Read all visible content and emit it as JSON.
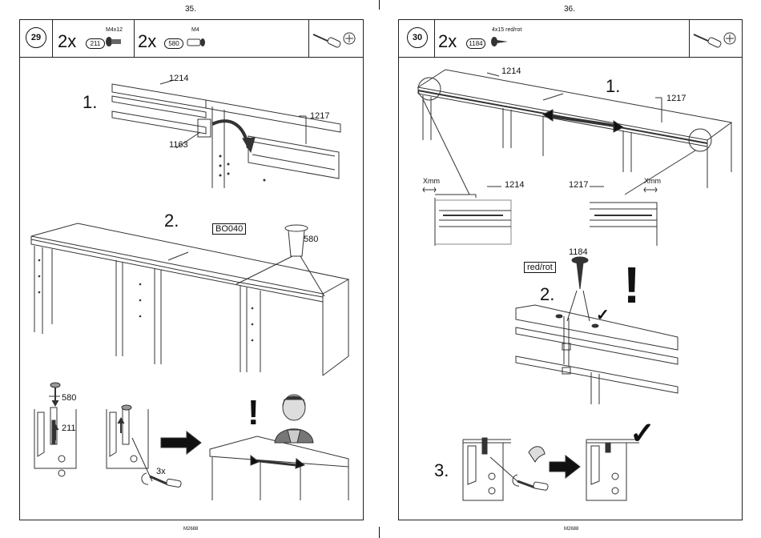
{
  "left_page": {
    "page_number": "35.",
    "footer_code": "M2688",
    "step_number": "29",
    "parts": [
      {
        "qty": "2x",
        "part": "211",
        "spec": "M4x12"
      },
      {
        "qty": "2x",
        "part": "580",
        "spec": "M4"
      }
    ],
    "tools": [
      "screwdriver-icon",
      "phillips-bit-icon"
    ],
    "sub1": {
      "num": "1.",
      "label_1214": "1214",
      "label_1217": "1217",
      "label_1163": "1163"
    },
    "sub2": {
      "num": "2.",
      "box_label": "BO040",
      "part_label": "580"
    },
    "sub3": {
      "label_580": "580",
      "label_211": "211",
      "count": "3x",
      "attention": "!"
    }
  },
  "right_page": {
    "page_number": "36.",
    "footer_code": "M2688",
    "step_number": "30",
    "parts": [
      {
        "qty": "2x",
        "part": "1184",
        "spec": "4x15 red/rot"
      }
    ],
    "tools": [
      "screwdriver-icon",
      "phillips-bit-icon"
    ],
    "sub1": {
      "num": "1.",
      "label_1214_top": "1214",
      "label_1217_top": "1217",
      "xmm_left": "Xmm",
      "xmm_right": "Xmm",
      "label_1214_detail": "1214",
      "label_1217_detail": "1217"
    },
    "sub2": {
      "num": "2.",
      "part_label": "1184",
      "box_label": "red/rot",
      "attention": "!",
      "check": "✓"
    },
    "sub3": {
      "num": "3.",
      "check": "✓"
    }
  }
}
